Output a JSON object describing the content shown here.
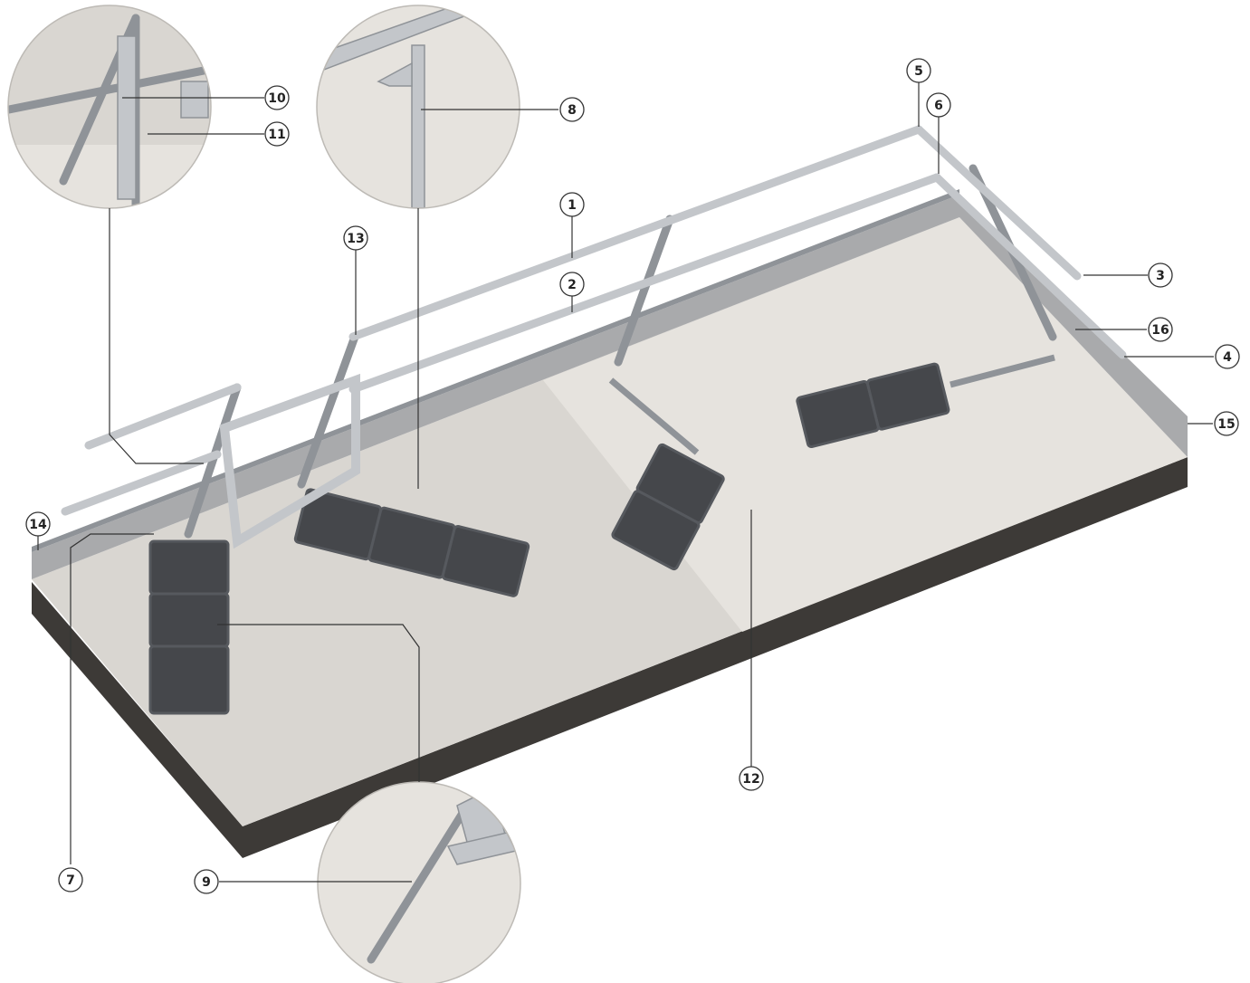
{
  "colors": {
    "background": "#ffffff",
    "roof_top": "#d9d6d1",
    "roof_top_light": "#e6e3de",
    "roof_side": "#3d3a37",
    "roof_side_dark": "#2a2826",
    "upstand": "#a9aaac",
    "metal": "#c3c6ca",
    "metal_dark": "#8f9398",
    "weight_block": "#45474b",
    "weight_block_top": "#56595e",
    "leader_line": "#333333",
    "callout_fill": "#ffffff",
    "callout_stroke": "#333333"
  },
  "callouts": [
    {
      "id": "c1",
      "label": "1"
    },
    {
      "id": "c2",
      "label": "2"
    },
    {
      "id": "c3",
      "label": "3"
    },
    {
      "id": "c4",
      "label": "4"
    },
    {
      "id": "c5",
      "label": "5"
    },
    {
      "id": "c6",
      "label": "6"
    },
    {
      "id": "c7",
      "label": "7"
    },
    {
      "id": "c8",
      "label": "8"
    },
    {
      "id": "c9",
      "label": "9"
    },
    {
      "id": "c10",
      "label": "10"
    },
    {
      "id": "c11",
      "label": "11"
    },
    {
      "id": "c12",
      "label": "12"
    },
    {
      "id": "c13",
      "label": "13"
    },
    {
      "id": "c14",
      "label": "14"
    },
    {
      "id": "c15",
      "label": "15"
    },
    {
      "id": "c16",
      "label": "16"
    }
  ],
  "detail_views": [
    {
      "id": "detail-10-11",
      "icon": "gate-hinge-detail"
    },
    {
      "id": "detail-8",
      "icon": "post-base-detail"
    },
    {
      "id": "detail-9",
      "icon": "brace-foot-detail"
    }
  ]
}
